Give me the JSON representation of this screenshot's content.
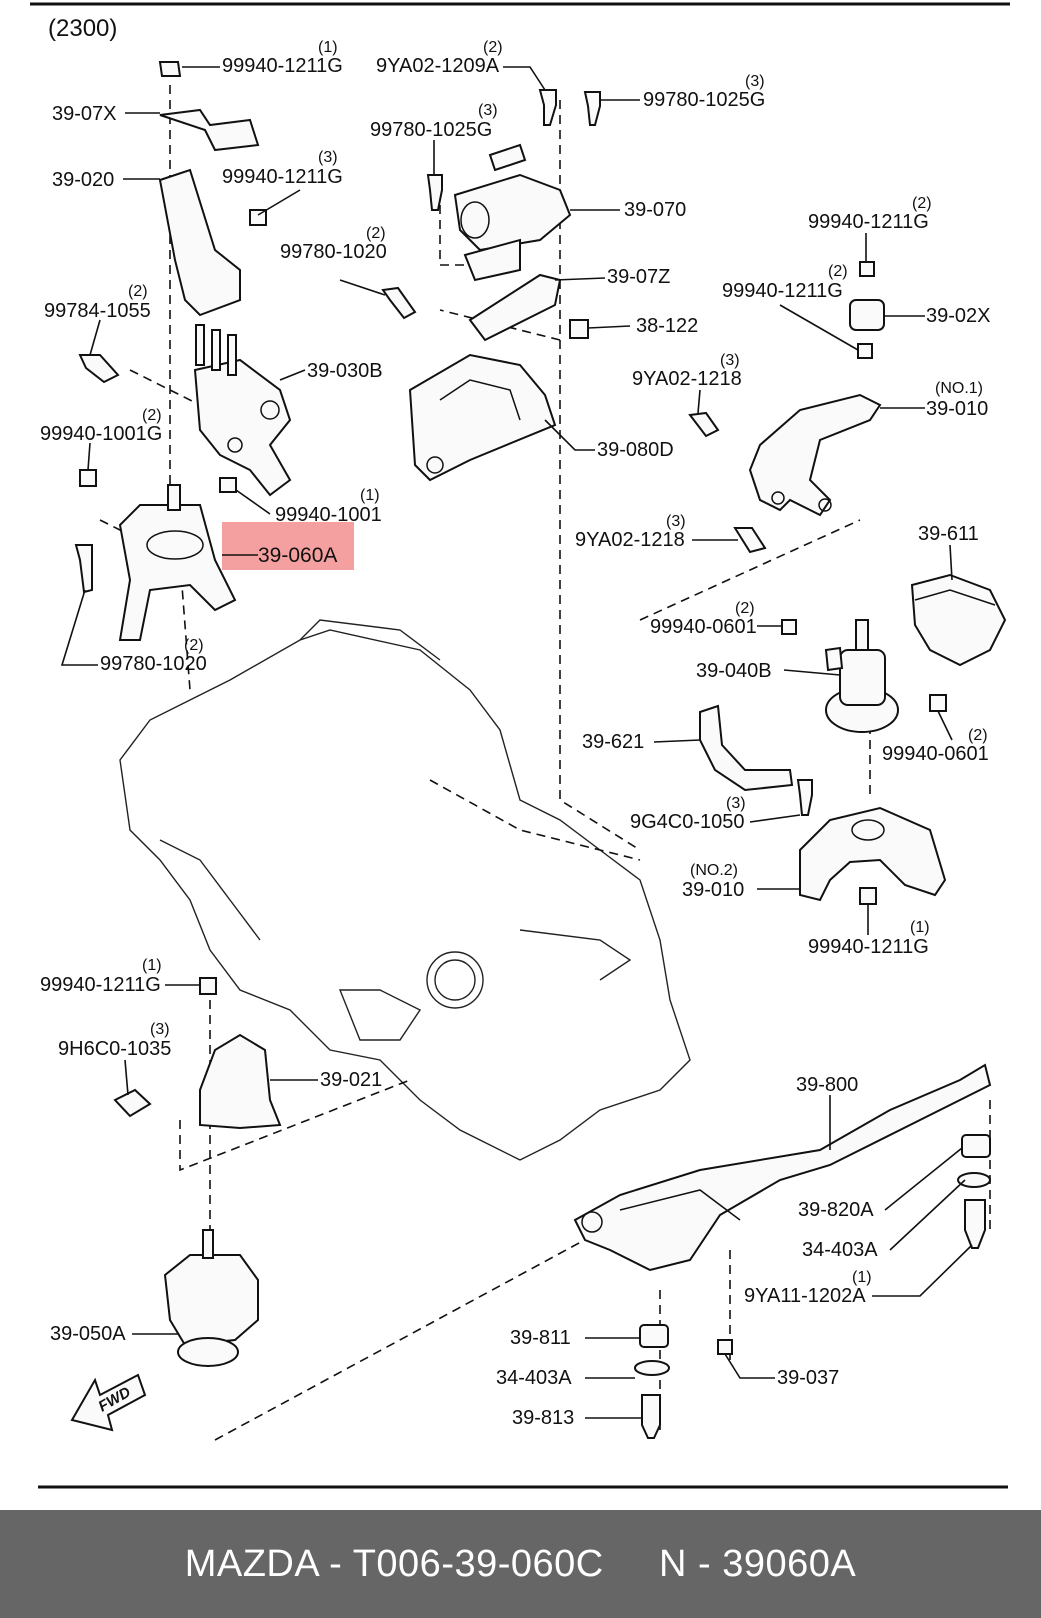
{
  "diagram": {
    "group_code": "(2300)",
    "highlight_color": "#f4a0a0",
    "fwd_label": "FWD",
    "callouts": [
      {
        "id": "c1",
        "part": "99940-1211G",
        "qty": "(1)"
      },
      {
        "id": "c2",
        "part": "39-07X",
        "qty": ""
      },
      {
        "id": "c3",
        "part": "39-020",
        "qty": ""
      },
      {
        "id": "c4",
        "part": "99940-1211G",
        "qty": "(3)"
      },
      {
        "id": "c5",
        "part": "99784-1055",
        "qty": "(2)"
      },
      {
        "id": "c6",
        "part": "39-030B",
        "qty": ""
      },
      {
        "id": "c7",
        "part": "99940-1001G",
        "qty": "(2)"
      },
      {
        "id": "c8",
        "part": "99940-1001",
        "qty": "(1)"
      },
      {
        "id": "c9",
        "part": "39-060A",
        "qty": ""
      },
      {
        "id": "c10",
        "part": "99780-1020",
        "qty": "(2)"
      },
      {
        "id": "c11",
        "part": "9YA02-1209A",
        "qty": "(2)"
      },
      {
        "id": "c12",
        "part": "99780-1025G",
        "qty": "(3)"
      },
      {
        "id": "c13",
        "part": "99780-1025G",
        "qty": "(3)"
      },
      {
        "id": "c14",
        "part": "39-070",
        "qty": ""
      },
      {
        "id": "c15",
        "part": "99780-1020",
        "qty": "(2)"
      },
      {
        "id": "c16",
        "part": "39-07Z",
        "qty": ""
      },
      {
        "id": "c17",
        "part": "38-122",
        "qty": ""
      },
      {
        "id": "c18",
        "part": "39-080D",
        "qty": ""
      },
      {
        "id": "c19",
        "part": "99940-1211G",
        "qty": "(2)"
      },
      {
        "id": "c20",
        "part": "99940-1211G",
        "qty": "(2)"
      },
      {
        "id": "c21",
        "part": "39-02X",
        "qty": ""
      },
      {
        "id": "c22",
        "part": "9YA02-1218",
        "qty": "(3)"
      },
      {
        "id": "c23",
        "part": "39-010",
        "qty": "(NO.1)"
      },
      {
        "id": "c24",
        "part": "9YA02-1218",
        "qty": "(3)"
      },
      {
        "id": "c25",
        "part": "39-611",
        "qty": ""
      },
      {
        "id": "c26",
        "part": "99940-0601",
        "qty": "(2)"
      },
      {
        "id": "c27",
        "part": "39-040B",
        "qty": ""
      },
      {
        "id": "c28",
        "part": "99940-0601",
        "qty": "(2)"
      },
      {
        "id": "c29",
        "part": "39-621",
        "qty": ""
      },
      {
        "id": "c30",
        "part": "9G4C0-1050",
        "qty": "(3)"
      },
      {
        "id": "c31",
        "part": "39-010",
        "qty": "(NO.2)"
      },
      {
        "id": "c32",
        "part": "99940-1211G",
        "qty": "(1)"
      },
      {
        "id": "c33",
        "part": "99940-1211G",
        "qty": "(1)"
      },
      {
        "id": "c34",
        "part": "9H6C0-1035",
        "qty": "(3)"
      },
      {
        "id": "c35",
        "part": "39-021",
        "qty": ""
      },
      {
        "id": "c36",
        "part": "39-800",
        "qty": ""
      },
      {
        "id": "c37",
        "part": "39-820A",
        "qty": ""
      },
      {
        "id": "c38",
        "part": "34-403A",
        "qty": ""
      },
      {
        "id": "c39",
        "part": "9YA11-1202A",
        "qty": "(1)"
      },
      {
        "id": "c40",
        "part": "39-050A",
        "qty": ""
      },
      {
        "id": "c41",
        "part": "39-811",
        "qty": ""
      },
      {
        "id": "c42",
        "part": "34-403A",
        "qty": ""
      },
      {
        "id": "c43",
        "part": "39-037",
        "qty": ""
      },
      {
        "id": "c44",
        "part": "39-813",
        "qty": ""
      }
    ]
  },
  "footer": {
    "brand_part": "MAZDA - T006-39-060C",
    "oem_number": "N - 39060A"
  }
}
